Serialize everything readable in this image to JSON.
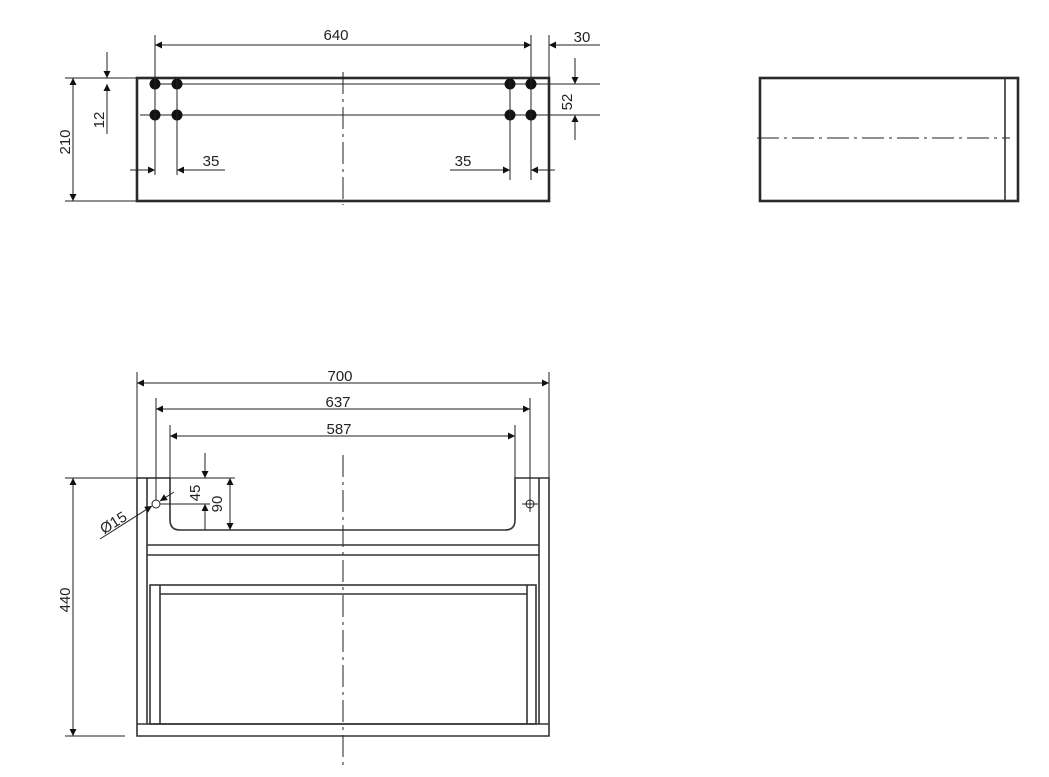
{
  "front_view": {
    "dimensions": {
      "overall_hole_span": "640",
      "edge_offset_right": "30",
      "hole_row_spacing": "52",
      "top_hole_offset": "12",
      "height": "210",
      "hole_pitch_left": "35",
      "hole_pitch_right": "35"
    }
  },
  "bottom_view": {
    "dimensions": {
      "overall_width": "700",
      "hole_span": "637",
      "cutout_width": "587",
      "height": "440",
      "hole_depth": "45",
      "cutout_depth": "90",
      "hole_diameter": "Ø15"
    }
  },
  "colors": {
    "line": "#222222",
    "background": "#ffffff"
  }
}
